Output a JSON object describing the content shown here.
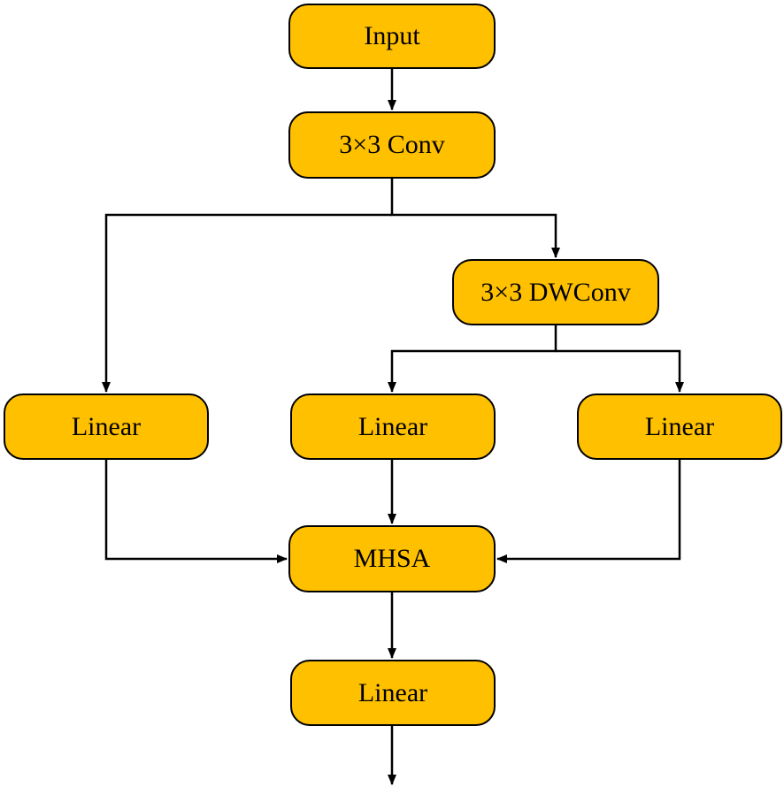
{
  "nodes": {
    "input": "Input",
    "conv": "3×3 Conv",
    "dwconv": "3×3 DWConv",
    "linear_left": "Linear",
    "linear_middle": "Linear",
    "linear_right": "Linear",
    "mhsa": "MHSA",
    "linear_output": "Linear"
  },
  "edges": [
    {
      "from": "input",
      "to": "conv"
    },
    {
      "from": "conv",
      "to": "linear_left"
    },
    {
      "from": "conv",
      "to": "dwconv"
    },
    {
      "from": "dwconv",
      "to": "linear_middle"
    },
    {
      "from": "dwconv",
      "to": "linear_right"
    },
    {
      "from": "linear_left",
      "to": "mhsa"
    },
    {
      "from": "linear_middle",
      "to": "mhsa"
    },
    {
      "from": "linear_right",
      "to": "mhsa"
    },
    {
      "from": "mhsa",
      "to": "linear_output"
    },
    {
      "from": "linear_output",
      "to": "output"
    }
  ],
  "colors": {
    "node_fill": "#FFC000",
    "node_border": "#000000",
    "edge": "#000000",
    "background": "#FFFFFF"
  }
}
